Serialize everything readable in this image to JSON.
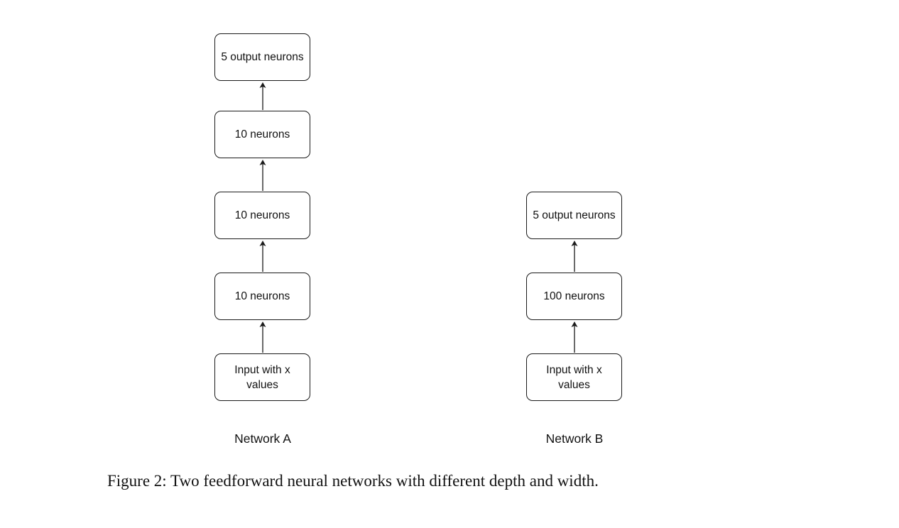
{
  "network_a": {
    "label": "Network A",
    "layers": [
      "5 output neurons",
      "10 neurons",
      "10 neurons",
      "10 neurons",
      "Input with x values"
    ]
  },
  "network_b": {
    "label": "Network B",
    "layers": [
      "5 output neurons",
      "100 neurons",
      "Input with x values"
    ]
  },
  "caption": "Figure 2: Two feedforward neural networks with different depth and width.",
  "colors": {
    "stroke": "#1a1a1a",
    "text": "#111111",
    "background": "#ffffff"
  }
}
